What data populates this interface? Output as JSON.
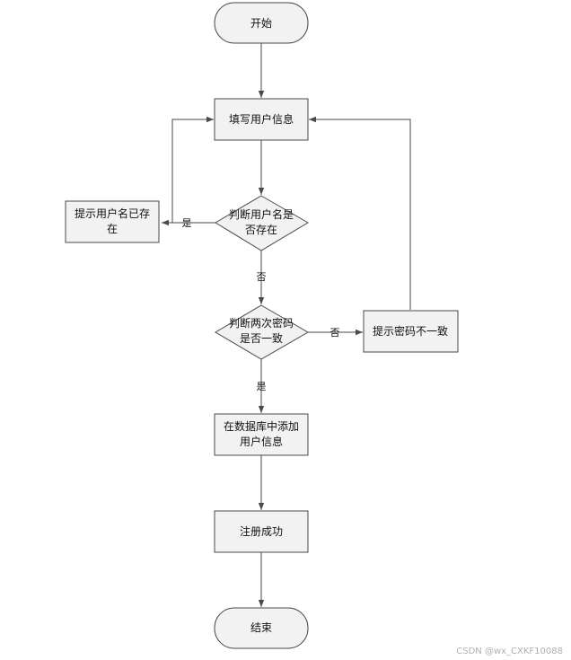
{
  "nodes": {
    "start": "开始",
    "fill_info": "填写用户信息",
    "check_username": [
      "判断用户名是",
      "否存在"
    ],
    "username_exists": [
      "提示用户名已存",
      "在"
    ],
    "check_password": [
      "判断两次密码",
      "是否一致"
    ],
    "password_mismatch": "提示密码不一致",
    "add_to_db": [
      "在数据库中添加",
      "用户信息"
    ],
    "success": "注册成功",
    "end": "结束"
  },
  "edge_labels": {
    "username_yes": "是",
    "username_no": "否",
    "password_no": "否",
    "password_yes": "是"
  },
  "watermark": "CSDN @wx_CXKF10088",
  "colors": {
    "shape_fill": "#f2f2f2",
    "stroke": "#4a4a4a"
  }
}
